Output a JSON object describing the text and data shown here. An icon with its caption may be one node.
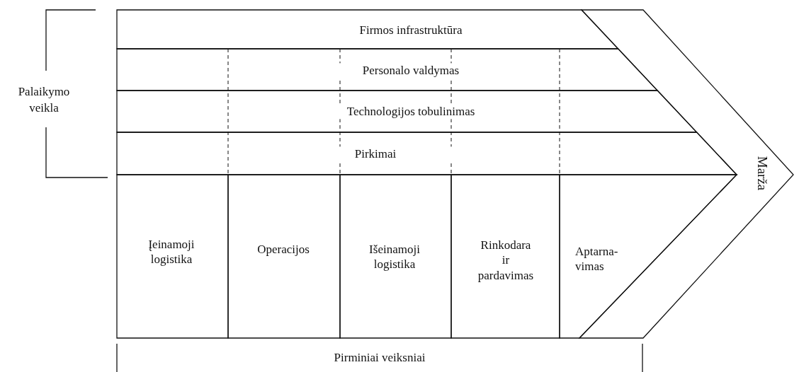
{
  "diagram": {
    "nodes": [
      {
        "text": [
          "Firmos infrastruktūra"
        ]
      },
      {
        "text": [
          "Personalo valdymas"
        ]
      },
      {
        "text": [
          "Technologijos tobulinimas"
        ]
      },
      {
        "text": [
          "Pirkimai"
        ]
      },
      {
        "text": [
          "Įeinamoji logistika"
        ]
      },
      {
        "text": [
          "Operacijos"
        ]
      },
      {
        "text": [
          "Išeinamoji logistika"
        ]
      },
      {
        "text": [
          "Rinkodara ir pardavimas"
        ]
      },
      {
        "text": [
          "Aptarna- vimas"
        ]
      },
      {
        "text": [
          "Marža"
        ]
      }
    ],
    "labels": [
      "Palaikymo veikla",
      "Pirminiai veiksniai"
    ]
  }
}
